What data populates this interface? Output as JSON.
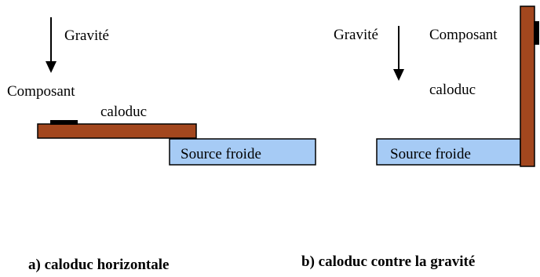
{
  "colors": {
    "pipe": "#a3471e",
    "pipe_stroke": "#000000",
    "component": "#000000",
    "cold_source_fill": "#a6cbf5",
    "cold_source_stroke": "#000000",
    "arrow": "#000000"
  },
  "figure_a": {
    "gravity_label": "Gravité",
    "component_label": "Composant",
    "pipe_label": "caloduc",
    "cold_source_label": "Source froide",
    "caption": "a) caloduc horizontale"
  },
  "figure_b": {
    "gravity_label": "Gravité",
    "component_label": "Composant",
    "pipe_label": "caloduc",
    "cold_source_label": "Source froide",
    "caption": "b) caloduc contre la gravité"
  }
}
